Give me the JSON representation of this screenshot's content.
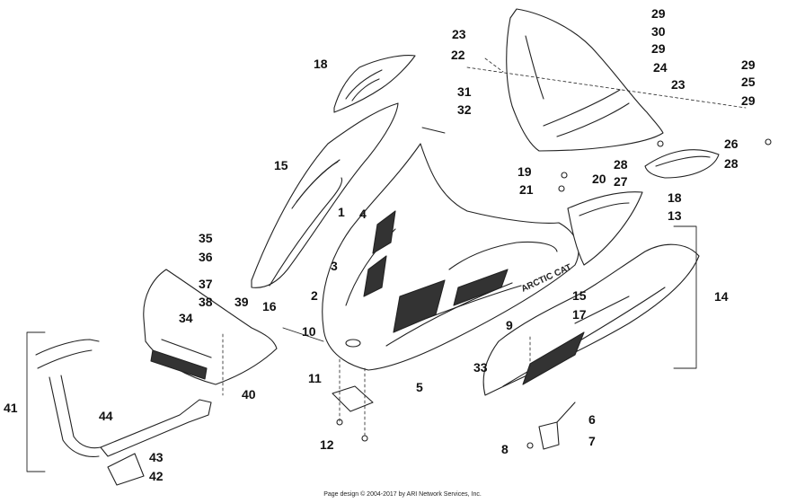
{
  "labels": [
    "1",
    "2",
    "3",
    "4",
    "5",
    "6",
    "7",
    "8",
    "9",
    "10",
    "11",
    "12",
    "13",
    "14",
    "15",
    "15",
    "16",
    "17",
    "18",
    "18",
    "19",
    "20",
    "21",
    "22",
    "23",
    "23",
    "24",
    "25",
    "26",
    "27",
    "28",
    "28",
    "29",
    "29",
    "29",
    "29",
    "30",
    "31",
    "32",
    "33",
    "34",
    "35",
    "36",
    "37",
    "38",
    "39",
    "40",
    "41",
    "42",
    "43",
    "44"
  ],
  "brand_text": "ARCTIC CAT",
  "copyright": "Page design © 2004-2017 by ARI Network Services, Inc."
}
